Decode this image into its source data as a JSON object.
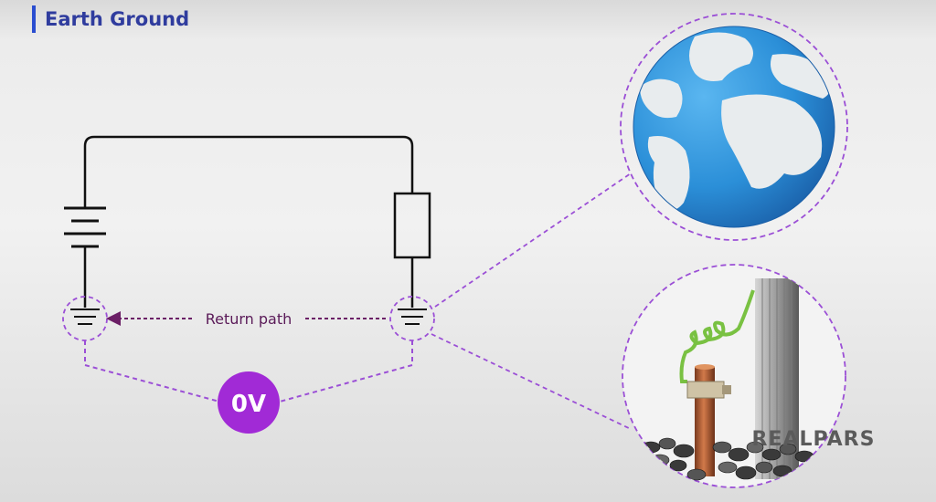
{
  "header": {
    "title": "Earth Ground"
  },
  "diagram": {
    "return_path_label": "Return path",
    "voltage_label": "0V",
    "brand_watermark": "REALPARS"
  },
  "colors": {
    "title": "#2f3c9e",
    "accent": "#2a4dd0",
    "dashed_outline": "#9b4fd6",
    "arrow": "#6b1f66",
    "voltage_badge": "#a12ad6",
    "ocean": "#2b8fd8",
    "land": "#e8ecee"
  }
}
